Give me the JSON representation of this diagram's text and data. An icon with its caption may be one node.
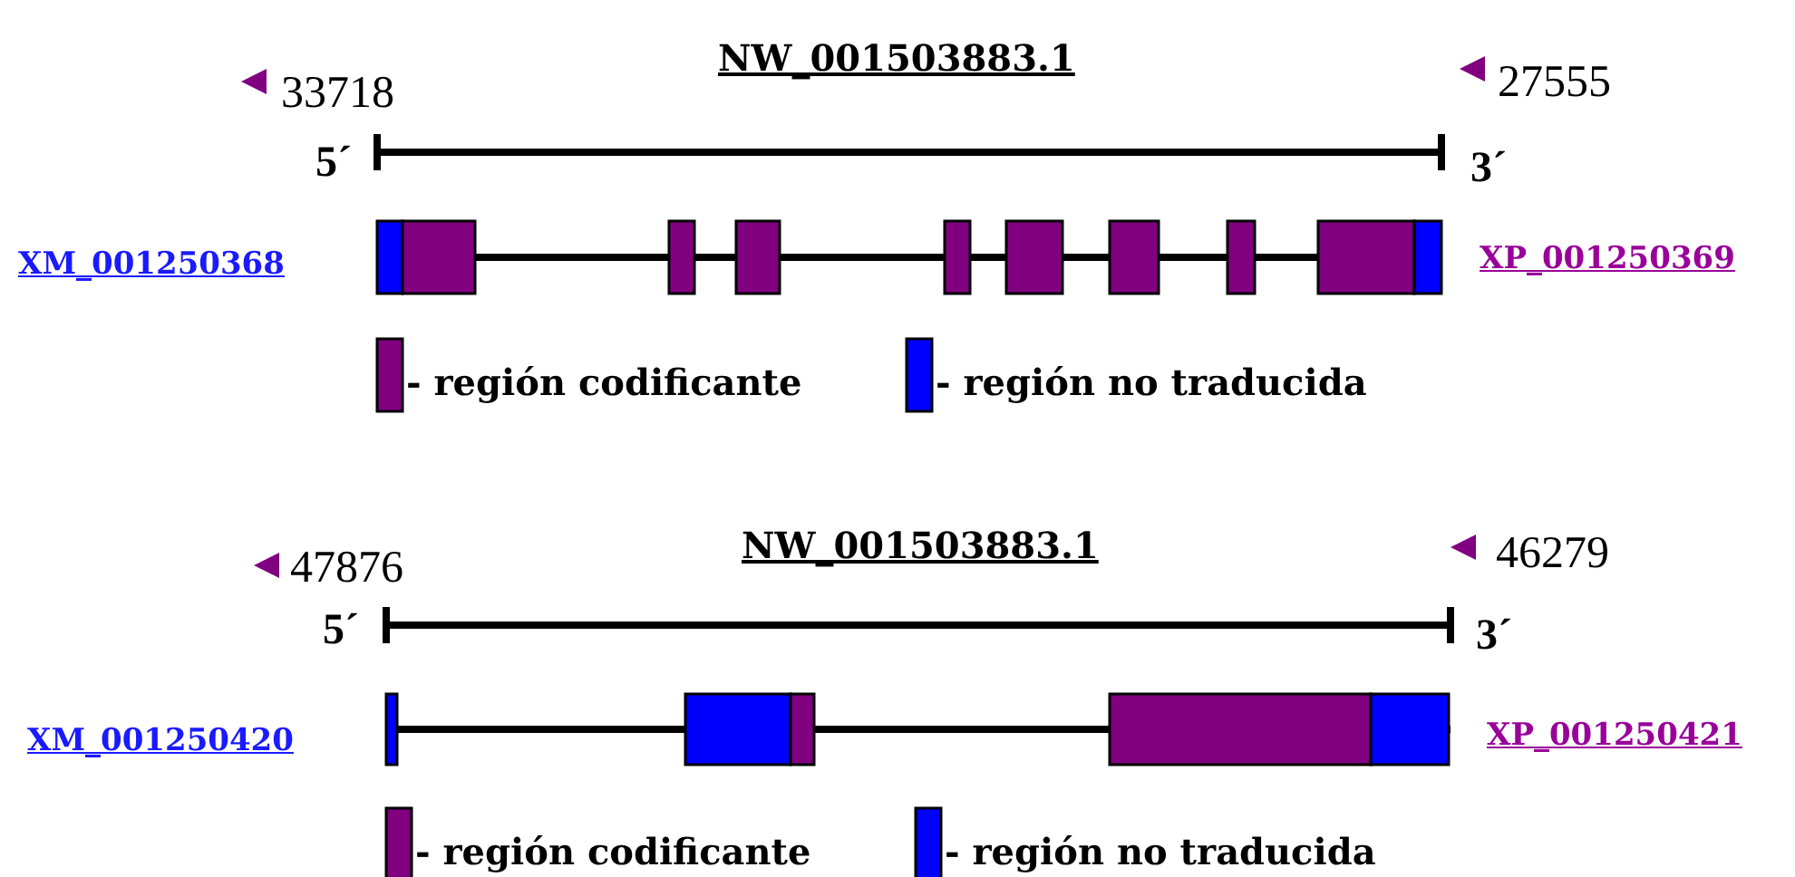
{
  "diagram": {
    "labels": [
      "NW_001503883.1",
      "33718",
      "27555",
      "5´",
      "3´",
      "XM_001250368",
      "XP_001250369",
      "NW_001503883.1",
      "47876",
      "46279",
      "5´",
      "3´",
      "XM_001250420",
      "XP_001250421"
    ],
    "legend": [
      {
        "text": "- región codificante",
        "color": "#800080"
      },
      {
        "text": "- región no traducida",
        "color": "#0000ff"
      },
      {
        "text": "- región codificante",
        "color": "#800080"
      },
      {
        "text": "- región no traducida",
        "color": "#0000ff"
      }
    ]
  }
}
